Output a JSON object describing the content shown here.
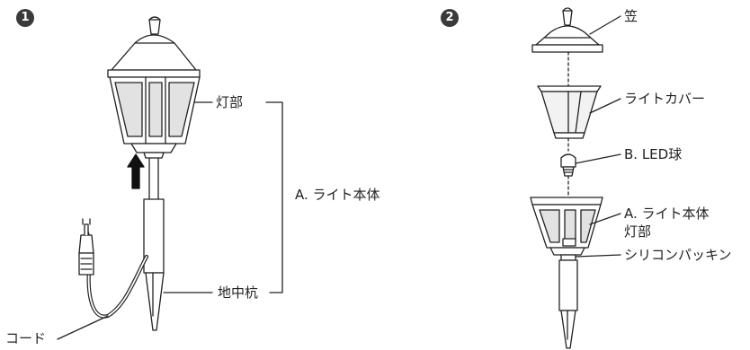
{
  "colors": {
    "ink": "#222222",
    "fill": "#ffffff",
    "panel": "#dcdcdc",
    "badge": "#3a3a3a"
  },
  "step1": {
    "badge": "1",
    "labels": {
      "lamp_head": "灯部",
      "body": "A. ライト本体",
      "stake": "地中杭",
      "cord": "コード"
    }
  },
  "step2": {
    "badge": "2",
    "labels": {
      "cap": "笠",
      "cover": "ライトカバー",
      "bulb": "B. LED球",
      "body": "A. ライト本体",
      "lamp_head": "灯部",
      "gasket": "シリコンパッキン"
    }
  },
  "icons": [
    "assembly-arrow-icon"
  ]
}
